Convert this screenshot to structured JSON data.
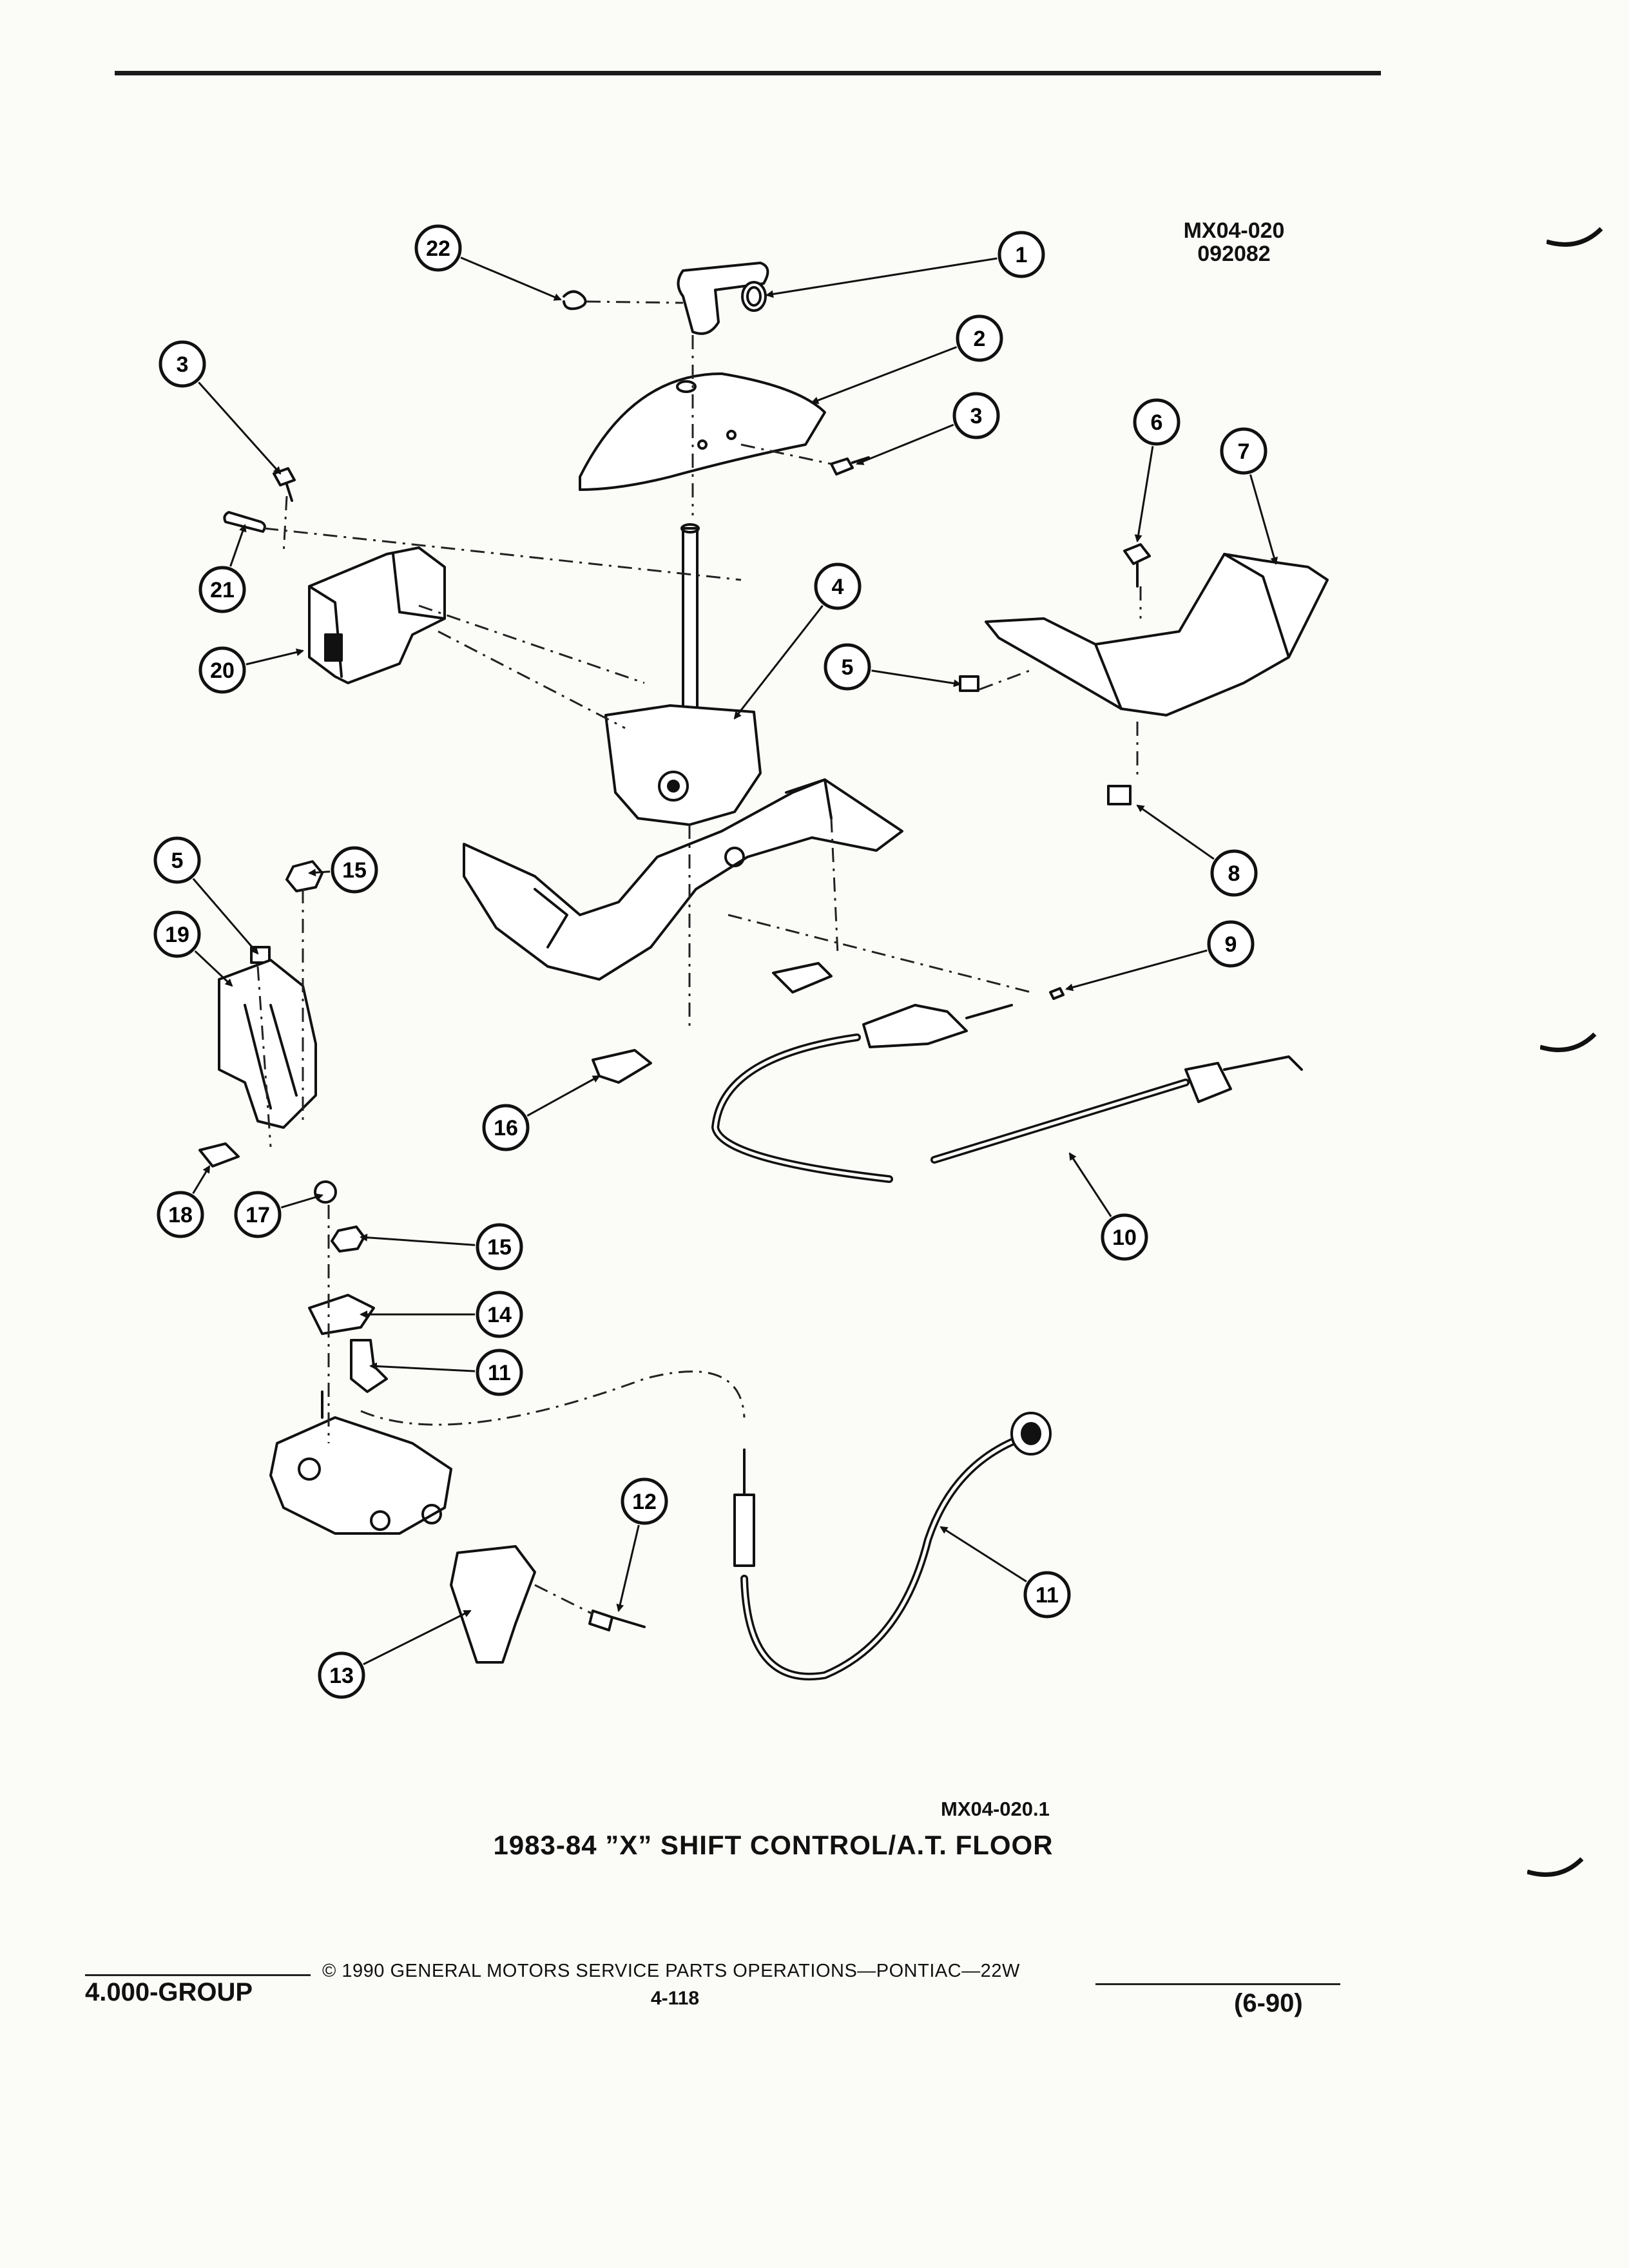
{
  "header": {
    "ref_code_1": "MX04-020",
    "ref_code_2": "092082"
  },
  "callouts": [
    "22",
    "1",
    "2",
    "3",
    "3",
    "6",
    "7",
    "4",
    "5",
    "21",
    "20",
    "5",
    "15",
    "19",
    "9",
    "8",
    "16",
    "10",
    "18",
    "17",
    "15",
    "14",
    "11",
    "12",
    "11",
    "13"
  ],
  "figure": {
    "id": "MX04-020.1",
    "title": "1983-84 ”X” SHIFT CONTROL/A.T. FLOOR"
  },
  "footer": {
    "group": "4.000-GROUP",
    "copyright": "© 1990 GENERAL MOTORS SERVICE PARTS OPERATIONS—PONTIAC—22W",
    "page": "4-118",
    "date": "(6-90)"
  }
}
